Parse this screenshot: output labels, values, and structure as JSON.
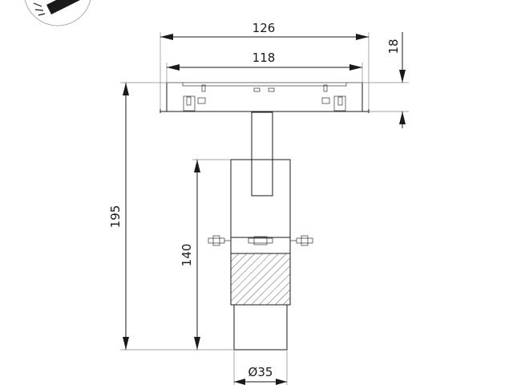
{
  "dimensions": {
    "overall_width": "126",
    "mount_width": "118",
    "mount_height": "18",
    "total_height": "195",
    "body_height": "140",
    "diameter": "Ø35"
  }
}
